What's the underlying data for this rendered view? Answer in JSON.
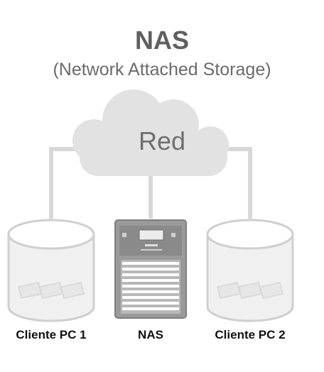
{
  "diagram": {
    "title": "NAS",
    "subtitle": "(Network Attached Storage)",
    "cloud_label": "Red",
    "nodes": [
      {
        "id": "client1",
        "label": "Cliente PC 1",
        "icon": "disk-cylinder-icon"
      },
      {
        "id": "nas",
        "label": "NAS",
        "icon": "nas-device-icon"
      },
      {
        "id": "client2",
        "label": "Cliente PC 2",
        "icon": "disk-cylinder-icon"
      }
    ],
    "colors": {
      "text_dark": "#111111",
      "title": "#5f5f5f",
      "cloud": "#e2e2e2",
      "connector": "#d8d8d8",
      "cylinder_fill": "#f0f0f0",
      "cylinder_stroke": "#cfcfcf",
      "nas_body": "#9a9a9a"
    }
  }
}
